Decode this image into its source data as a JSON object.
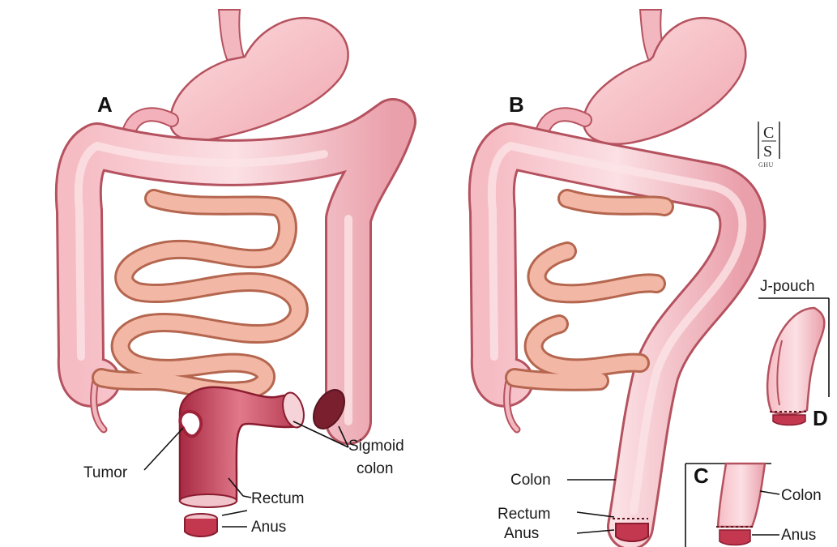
{
  "panels": {
    "a": "A",
    "b": "B",
    "c": "C",
    "d": "D"
  },
  "logo": {
    "top": "C",
    "bottom": "S",
    "sub": "GHU"
  },
  "labels": {
    "tumor": "Tumor",
    "rectum_a": "Rectum",
    "anus_a": "Anus",
    "sigmoid_line1": "Sigmoid",
    "sigmoid_line2": "colon",
    "colon_b": "Colon",
    "rectum_b": "Rectum",
    "anus_b": "Anus",
    "j_pouch": "J-pouch",
    "colon_c": "Colon",
    "anus_c": "Anus"
  },
  "colors": {
    "organ_fill": "#f7c6cc",
    "organ_stroke": "#b5525f",
    "intestine_fill": "#f2b7a5",
    "intestine_stroke": "#b5664f",
    "tissue_dark": "#c4384f",
    "line": "#111111"
  }
}
